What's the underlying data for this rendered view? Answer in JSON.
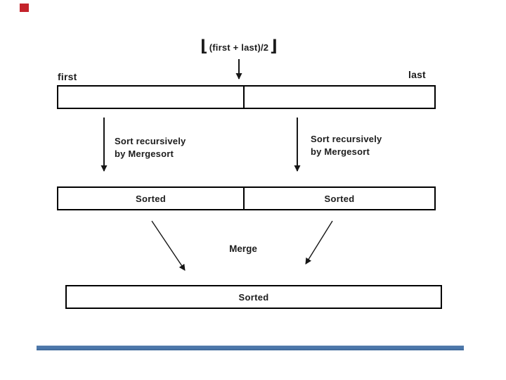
{
  "slide": {
    "marker_color": "#c4232b",
    "formula": {
      "left_bracket": "⌊",
      "expression": "(first + last)/2",
      "right_bracket": "⌋"
    },
    "array_labels": {
      "first": "first",
      "last": "last"
    },
    "recursion_notes": {
      "left": {
        "line1": "Sort recursively",
        "line2": "by Mergesort"
      },
      "right": {
        "line1": "Sort recursively",
        "line2": "by Mergesort"
      }
    },
    "boxes": {
      "top": {
        "left_cell": "",
        "right_cell": ""
      },
      "middle": {
        "left_cell": "Sorted",
        "right_cell": "Sorted"
      },
      "bottom": {
        "label": "Sorted"
      }
    },
    "merge_label": "Merge",
    "colors": {
      "accent_bar": "#4a77ad",
      "ink": "#161616"
    }
  }
}
